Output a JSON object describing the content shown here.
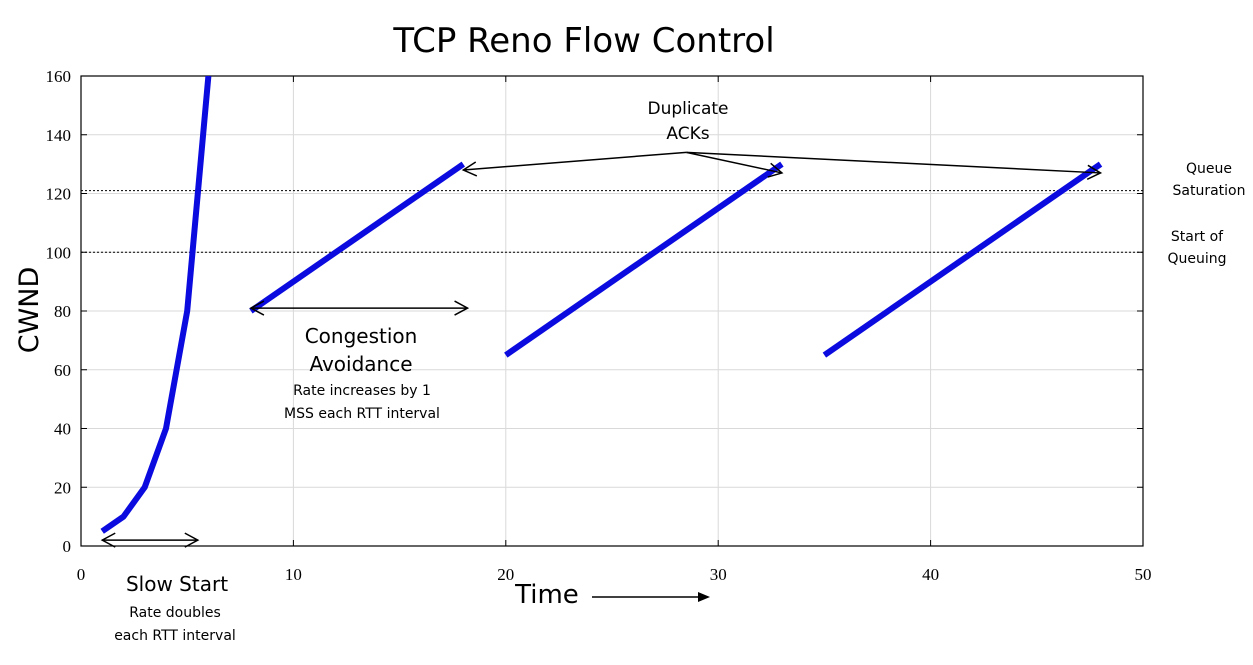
{
  "chart_data": {
    "type": "line",
    "title": "TCP Reno Flow Control",
    "xlabel": "Time",
    "ylabel": "CWND",
    "xlim": [
      0,
      50
    ],
    "ylim": [
      0,
      160
    ],
    "xticks": [
      0,
      10,
      20,
      30,
      40,
      50
    ],
    "yticks": [
      0,
      20,
      40,
      60,
      80,
      100,
      120,
      140,
      160
    ],
    "grid": true,
    "colors": {
      "series": "#0b0be0"
    },
    "series": [
      {
        "x": [
          1,
          2,
          3,
          4,
          5,
          6
        ],
        "y": [
          5,
          10,
          20,
          40,
          80,
          160
        ]
      },
      {
        "x": [
          8,
          18
        ],
        "y": [
          80,
          130
        ]
      },
      {
        "x": [
          20,
          33
        ],
        "y": [
          65,
          130
        ]
      },
      {
        "x": [
          35,
          48
        ],
        "y": [
          65,
          130
        ]
      }
    ],
    "reference_lines": [
      {
        "y": 121,
        "label": [
          "Queue",
          "Saturation"
        ]
      },
      {
        "y": 100,
        "label": [
          "Start of",
          "Queuing"
        ]
      }
    ],
    "annotations": {
      "slow_start": {
        "title": "Slow Start",
        "lines": [
          "Rate doubles",
          "each RTT interval"
        ],
        "arrow_x": [
          1,
          5.5
        ],
        "arrow_y": 2
      },
      "congestion_avoidance": {
        "title": [
          "Congestion",
          "Avoidance"
        ],
        "lines": [
          "Rate increases by 1",
          "MSS each RTT interval"
        ],
        "arrow_x": [
          8,
          18.2
        ],
        "arrow_y": 81
      },
      "duplicate_acks": {
        "title": [
          "Duplicate",
          "ACKs"
        ],
        "origin": [
          28.5,
          134
        ],
        "targets": [
          [
            18,
            128
          ],
          [
            33,
            127
          ],
          [
            48,
            127
          ]
        ]
      }
    }
  }
}
